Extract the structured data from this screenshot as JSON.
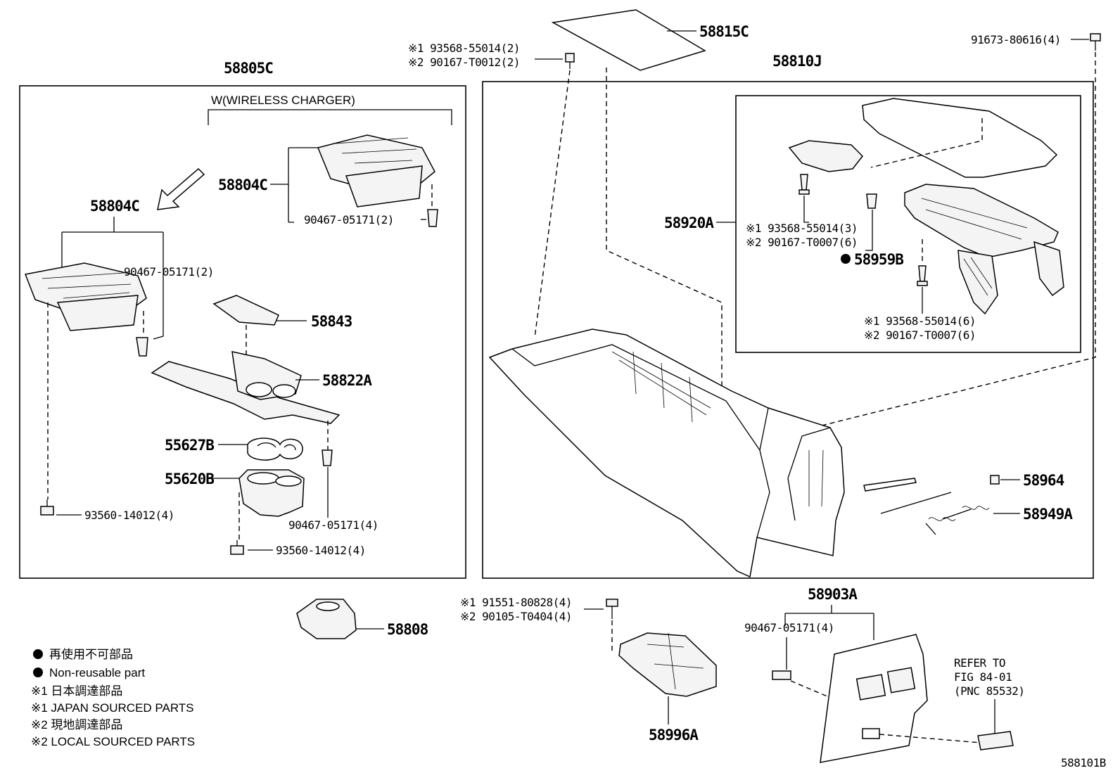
{
  "diagram": {
    "labels": {
      "p58815C": "58815C",
      "p58805C": "58805C",
      "p58810J": "58810J",
      "wireless": "W(WIRELESS CHARGER)",
      "p58804C_a": "58804C",
      "p58804C_b": "58804C",
      "p90467_a": "90467-05171(2)",
      "p90467_b": "90467-05171(2)",
      "p58843": "58843",
      "p58822A": "58822A",
      "p55627B": "55627B",
      "p55620B": "55620B",
      "p93560_a": "93560-14012(4)",
      "p90467_c": "90467-05171(4)",
      "p93560_b": "93560-14012(4)",
      "p58808": "58808",
      "p93568_top": "※1 93568-55014(2)",
      "p90167_top": "※2 90167-T0012(2)",
      "p91673": "91673-80616(4)",
      "p58920A": "58920A",
      "p93568_mid": "※1  93568-55014(3)",
      "p90167_mid": "※2  90167-T0007(6)",
      "p58959B": "58959B",
      "p93568_low": "※1  93568-55014(6)",
      "p90167_low": "※2  90167-T0007(6)",
      "p58964": "58964",
      "p58949A": "58949A",
      "p91551": "※1 91551-80828(4)",
      "p90105": "※2 90105-T0404(4)",
      "p58996A": "58996A",
      "p58903A": "58903A",
      "p90467_d": "90467-05171(4)",
      "refer1": "REFER TO",
      "refer2": "FIG 84-01",
      "refer3": "(PNC 85532)",
      "figure_id": "588101B"
    },
    "legend": [
      "再使用不可部品",
      "Non-reusable part",
      "※1 日本調達部品",
      "※1 JAPAN SOURCED PARTS",
      "※2 現地調達部品",
      "※2 LOCAL SOURCED PARTS"
    ]
  }
}
